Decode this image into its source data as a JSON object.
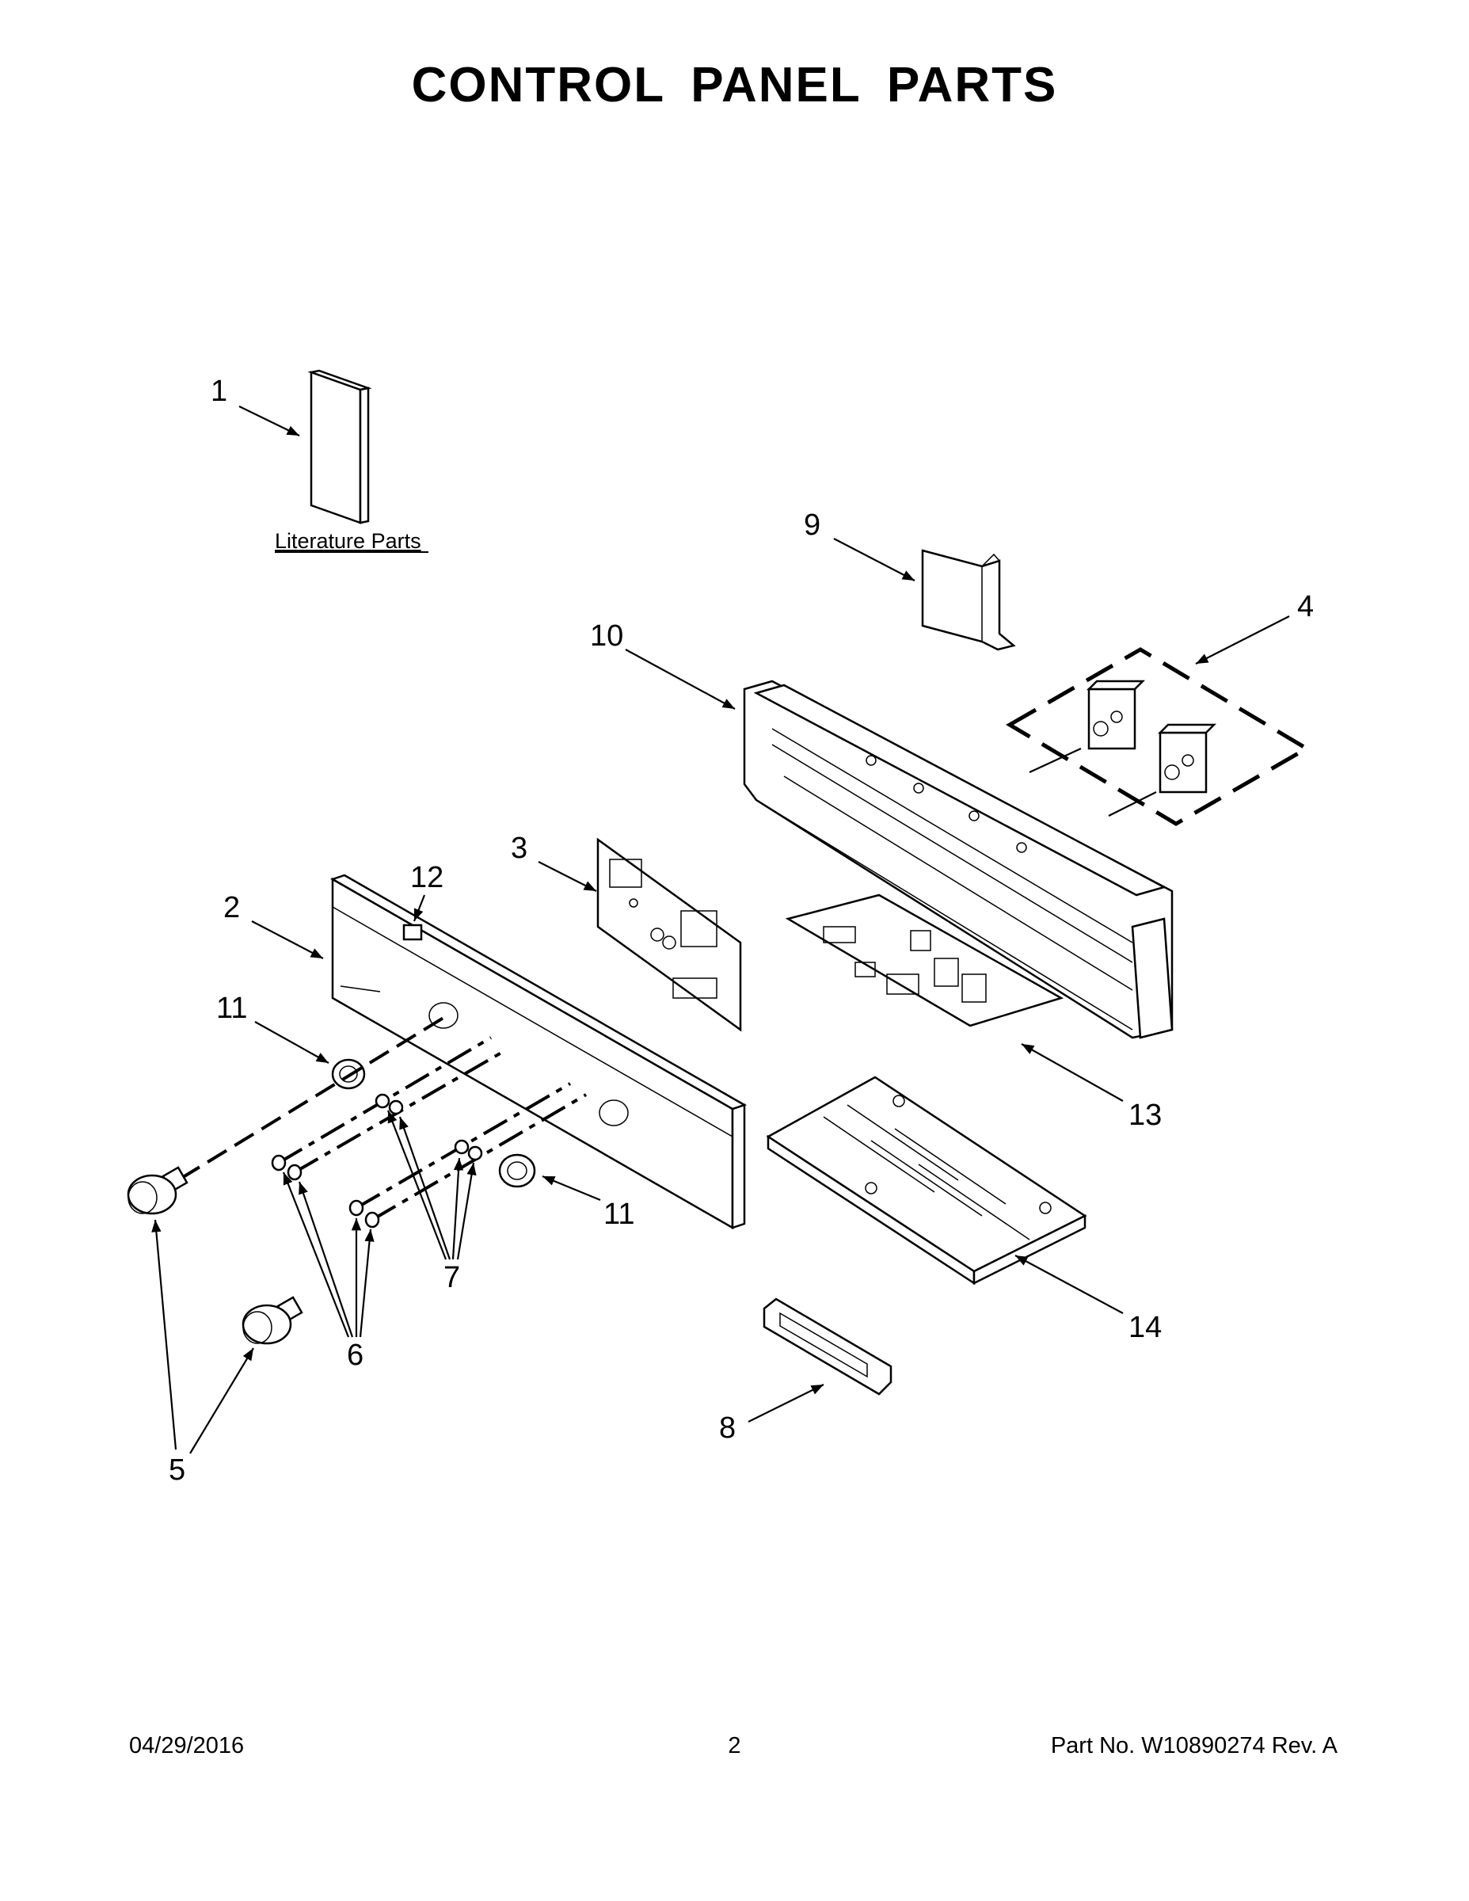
{
  "title": "CONTROL PANEL PARTS",
  "literature_label": "Literature Parts",
  "callouts": {
    "c1": "1",
    "c2": "2",
    "c3": "3",
    "c4": "4",
    "c5": "5",
    "c6": "6",
    "c7": "7",
    "c8": "8",
    "c9": "9",
    "c10": "10",
    "c11a": "11",
    "c11b": "11",
    "c12": "12",
    "c13": "13",
    "c14": "14"
  },
  "footer": {
    "date": "04/29/2016",
    "page": "2",
    "part_no": "Part No.  W10890274  Rev.  A"
  }
}
